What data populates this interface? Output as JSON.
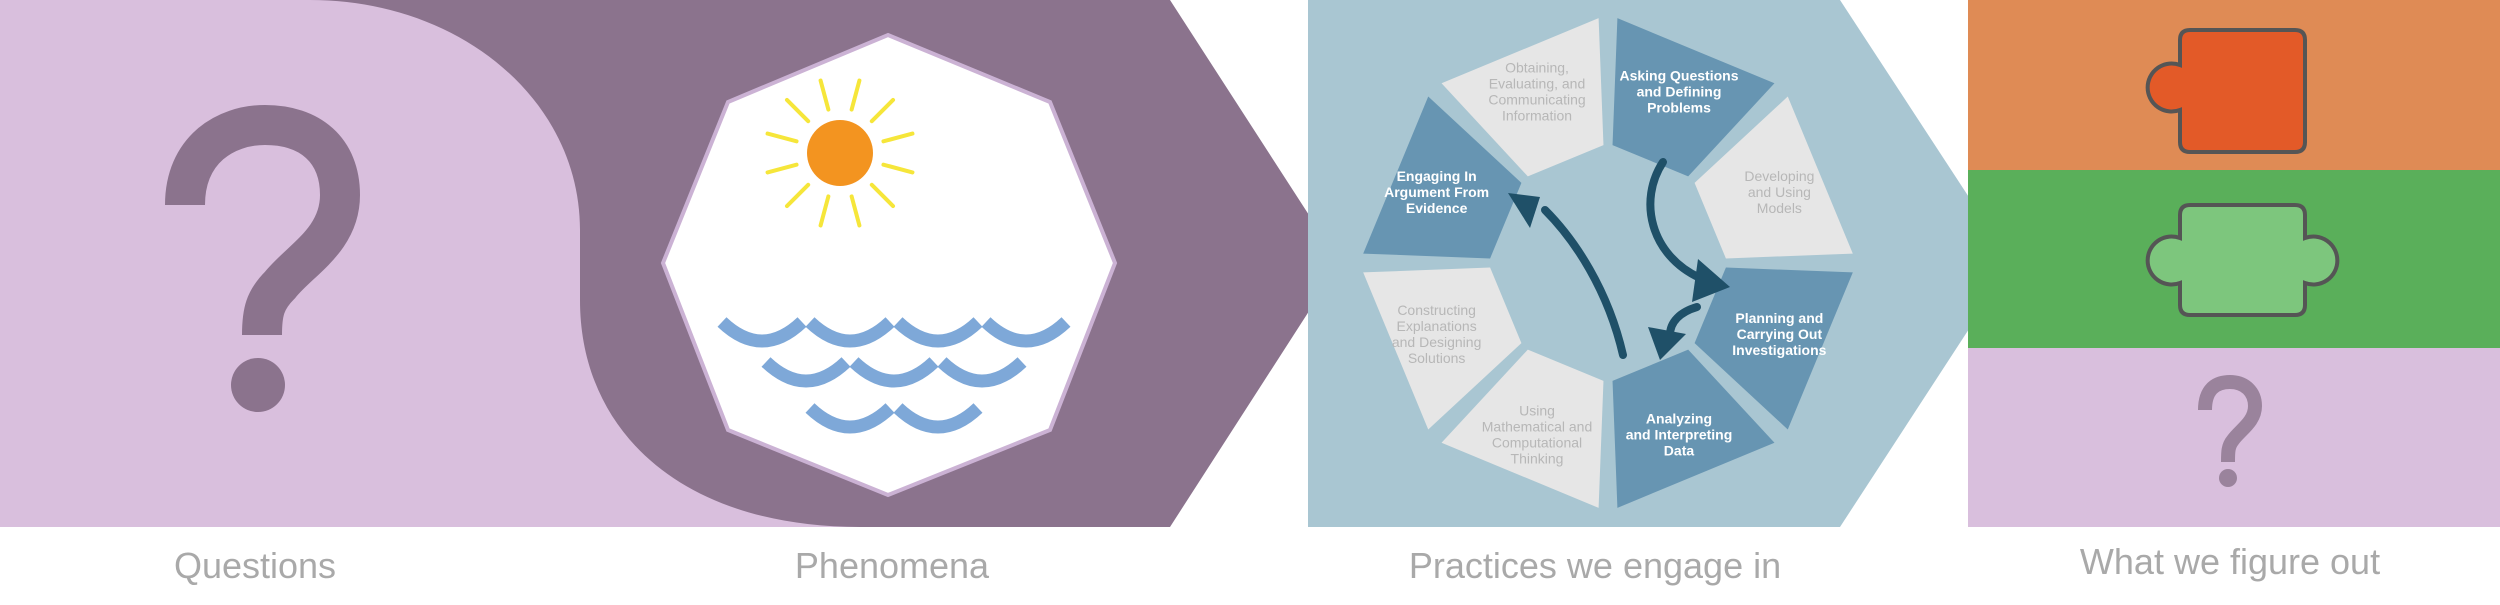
{
  "captions": {
    "questions": "Questions",
    "phenomena": "Phenomena",
    "practices": "Practices we engage in",
    "figure_out": "What we figure out"
  },
  "practices_wheel": [
    {
      "id": "asking",
      "lines": [
        "Asking Questions",
        "and Defining",
        "Problems"
      ],
      "highlighted": true
    },
    {
      "id": "models",
      "lines": [
        "Developing",
        "and Using",
        "Models"
      ],
      "highlighted": false
    },
    {
      "id": "investigations",
      "lines": [
        "Planning and",
        "Carrying Out",
        "Investigations"
      ],
      "highlighted": true
    },
    {
      "id": "data",
      "lines": [
        "Analyzing",
        "and Interpreting",
        "Data"
      ],
      "highlighted": true
    },
    {
      "id": "math",
      "lines": [
        "Using",
        "Mathematical and",
        "Computational",
        "Thinking"
      ],
      "highlighted": false
    },
    {
      "id": "explanations",
      "lines": [
        "Constructing",
        "Explanations",
        "and Designing",
        "Solutions"
      ],
      "highlighted": false
    },
    {
      "id": "argument",
      "lines": [
        "Engaging In",
        "Argument From",
        "Evidence"
      ],
      "highlighted": true
    },
    {
      "id": "communicating",
      "lines": [
        "Obtaining,",
        "Evaluating, and",
        "Communicating",
        "Information"
      ],
      "highlighted": false
    }
  ],
  "colors": {
    "lavender": "#d9bfdd",
    "purple": "#8b738d",
    "steel_bg": "#a9c6d2",
    "seg_on": "#6795b2",
    "seg_off": "#e6e6e6",
    "arrow": "#1f5068",
    "orange_band": "#df8b55",
    "green_band": "#5aaf5a",
    "lavender_band": "#d9bfdd",
    "puzzle_orange": "#e35a28",
    "puzzle_green": "#7dc67d",
    "sun": "#f39420",
    "ray": "#f6e63a",
    "wave": "#7ea8d8"
  },
  "icons": [
    "question-mark-icon",
    "sun-icon",
    "waves-icon",
    "puzzle-piece-icon",
    "cycle-arrows-icon"
  ]
}
